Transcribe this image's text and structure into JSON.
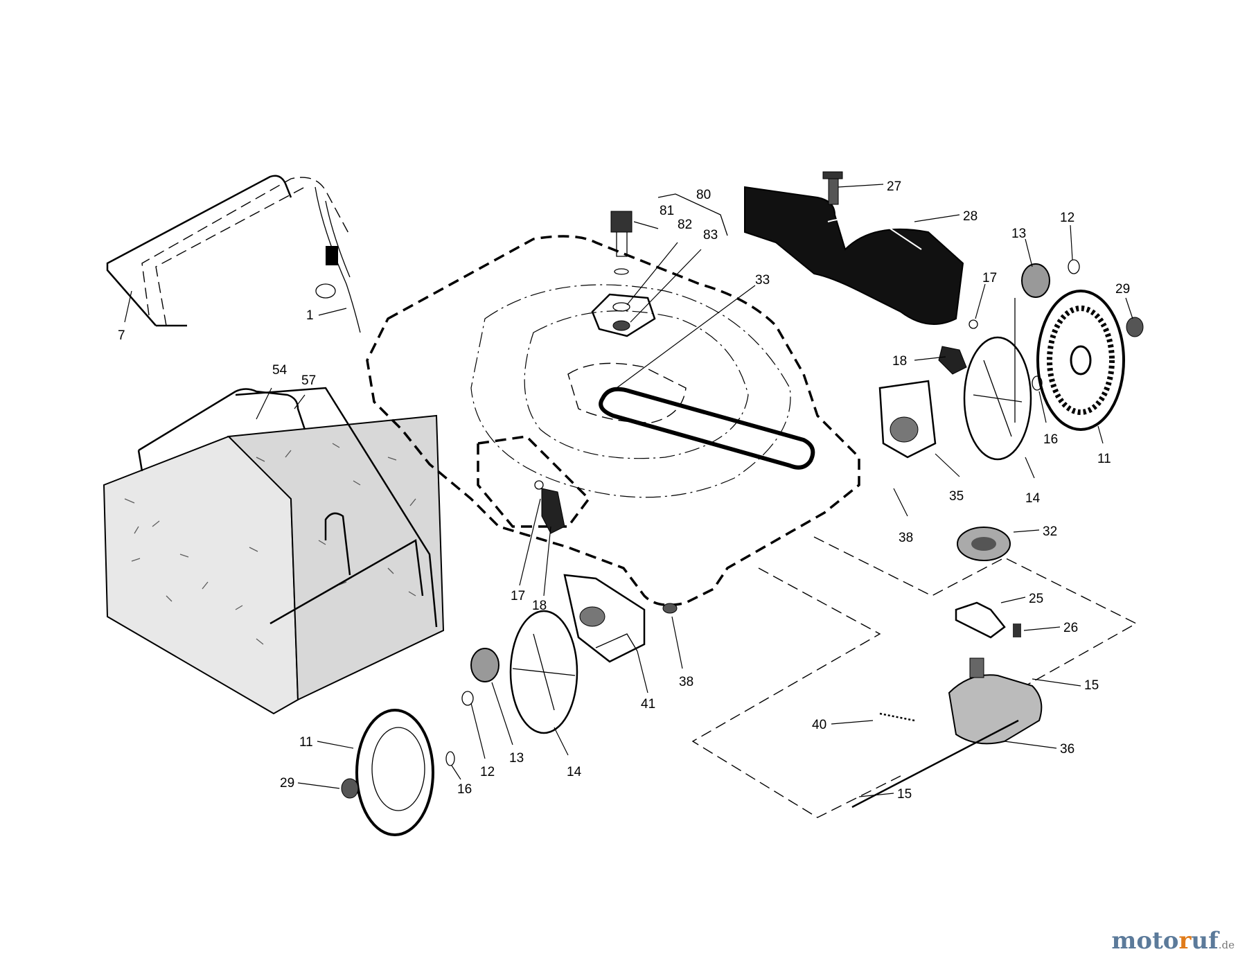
{
  "diagram": {
    "callouts": [
      {
        "id": "c1",
        "label": "1"
      },
      {
        "id": "c7",
        "label": "7"
      },
      {
        "id": "c54",
        "label": "54"
      },
      {
        "id": "c57",
        "label": "57"
      },
      {
        "id": "c80",
        "label": "80"
      },
      {
        "id": "c81",
        "label": "81"
      },
      {
        "id": "c82",
        "label": "82"
      },
      {
        "id": "c83",
        "label": "83"
      },
      {
        "id": "c33",
        "label": "33"
      },
      {
        "id": "c27",
        "label": "27"
      },
      {
        "id": "c28",
        "label": "28"
      },
      {
        "id": "c13r",
        "label": "13"
      },
      {
        "id": "c12r",
        "label": "12"
      },
      {
        "id": "c17r",
        "label": "17"
      },
      {
        "id": "c29r",
        "label": "29"
      },
      {
        "id": "c18r",
        "label": "18"
      },
      {
        "id": "c16r",
        "label": "16"
      },
      {
        "id": "c11r",
        "label": "11"
      },
      {
        "id": "c35",
        "label": "35"
      },
      {
        "id": "c14r",
        "label": "14"
      },
      {
        "id": "c38r",
        "label": "38"
      },
      {
        "id": "c32",
        "label": "32"
      },
      {
        "id": "c25",
        "label": "25"
      },
      {
        "id": "c26",
        "label": "26"
      },
      {
        "id": "c15a",
        "label": "15"
      },
      {
        "id": "c40",
        "label": "40"
      },
      {
        "id": "c36",
        "label": "36"
      },
      {
        "id": "c15b",
        "label": "15"
      },
      {
        "id": "c17l",
        "label": "17"
      },
      {
        "id": "c18l",
        "label": "18"
      },
      {
        "id": "c41",
        "label": "41"
      },
      {
        "id": "c38l",
        "label": "38"
      },
      {
        "id": "c11l",
        "label": "11"
      },
      {
        "id": "c29l",
        "label": "29"
      },
      {
        "id": "c16l",
        "label": "16"
      },
      {
        "id": "c12l",
        "label": "12"
      },
      {
        "id": "c13l",
        "label": "13"
      },
      {
        "id": "c14l",
        "label": "14"
      }
    ]
  },
  "watermark": {
    "main": "moto",
    "accent": "r",
    "rest": "uf",
    "tld": ".de"
  }
}
